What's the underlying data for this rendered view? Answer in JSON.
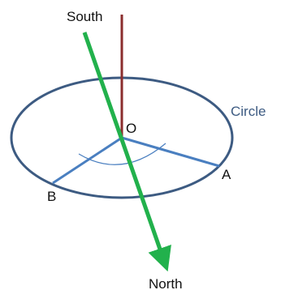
{
  "labels": {
    "south": "South",
    "north": "North",
    "center": "O",
    "point_a": "A",
    "point_b": "B",
    "circle": "Circle"
  },
  "colors": {
    "circle": "#3d5b82",
    "radii": "#4a7fc0",
    "arc": "#4a7fc0",
    "vertical_axis": "#8b2d2d",
    "compass_arrow": "#22b14c",
    "circle_label": "#3d5b82",
    "text": "#111111"
  }
}
